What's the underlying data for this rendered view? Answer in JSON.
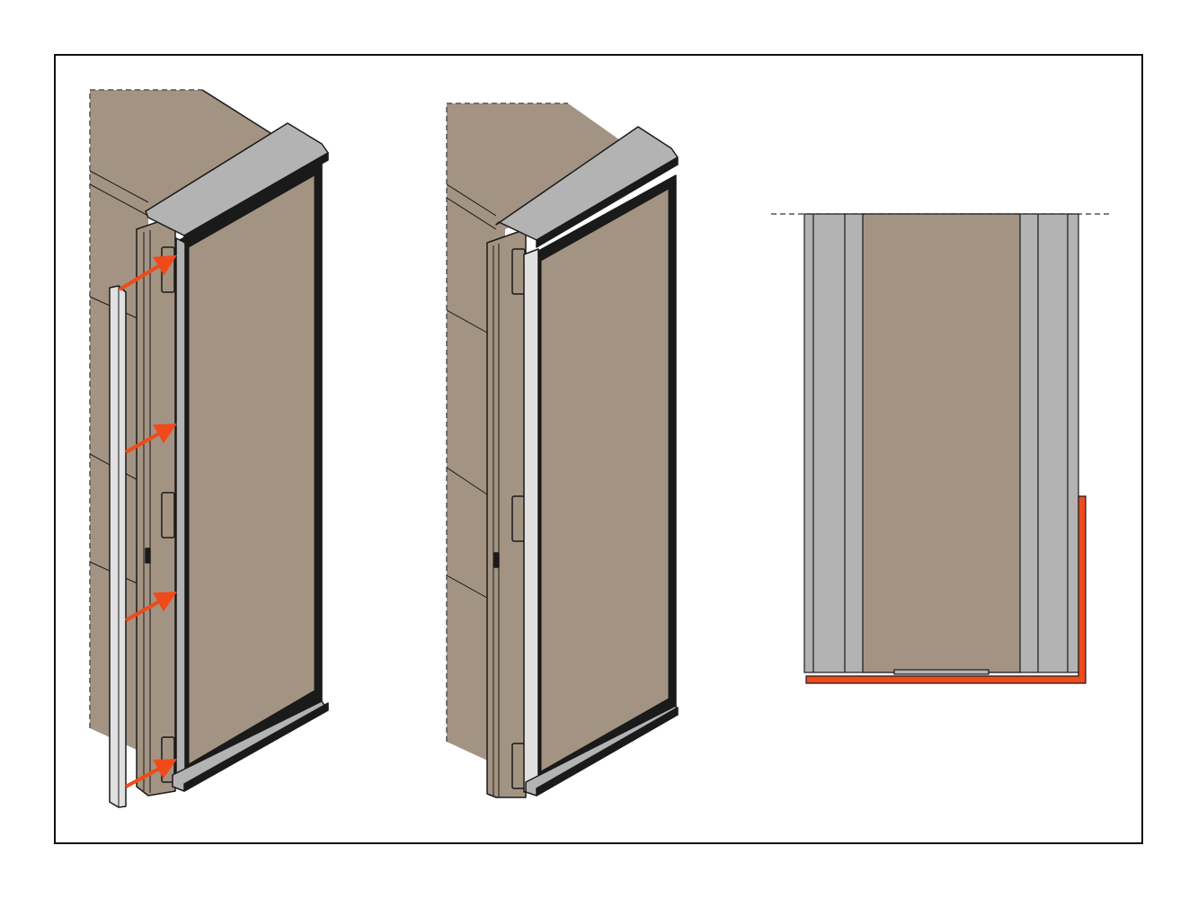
{
  "illustration": {
    "steps": [
      "attach-side-trim",
      "trim-installed",
      "top-view-detail"
    ],
    "colors": {
      "panel": "#a39382",
      "metal": "#b3b3b3",
      "trim": "#e0e0e0",
      "highlight": "#f04a1a",
      "outline": "#1a1a1a"
    },
    "arrow_count": 4
  }
}
